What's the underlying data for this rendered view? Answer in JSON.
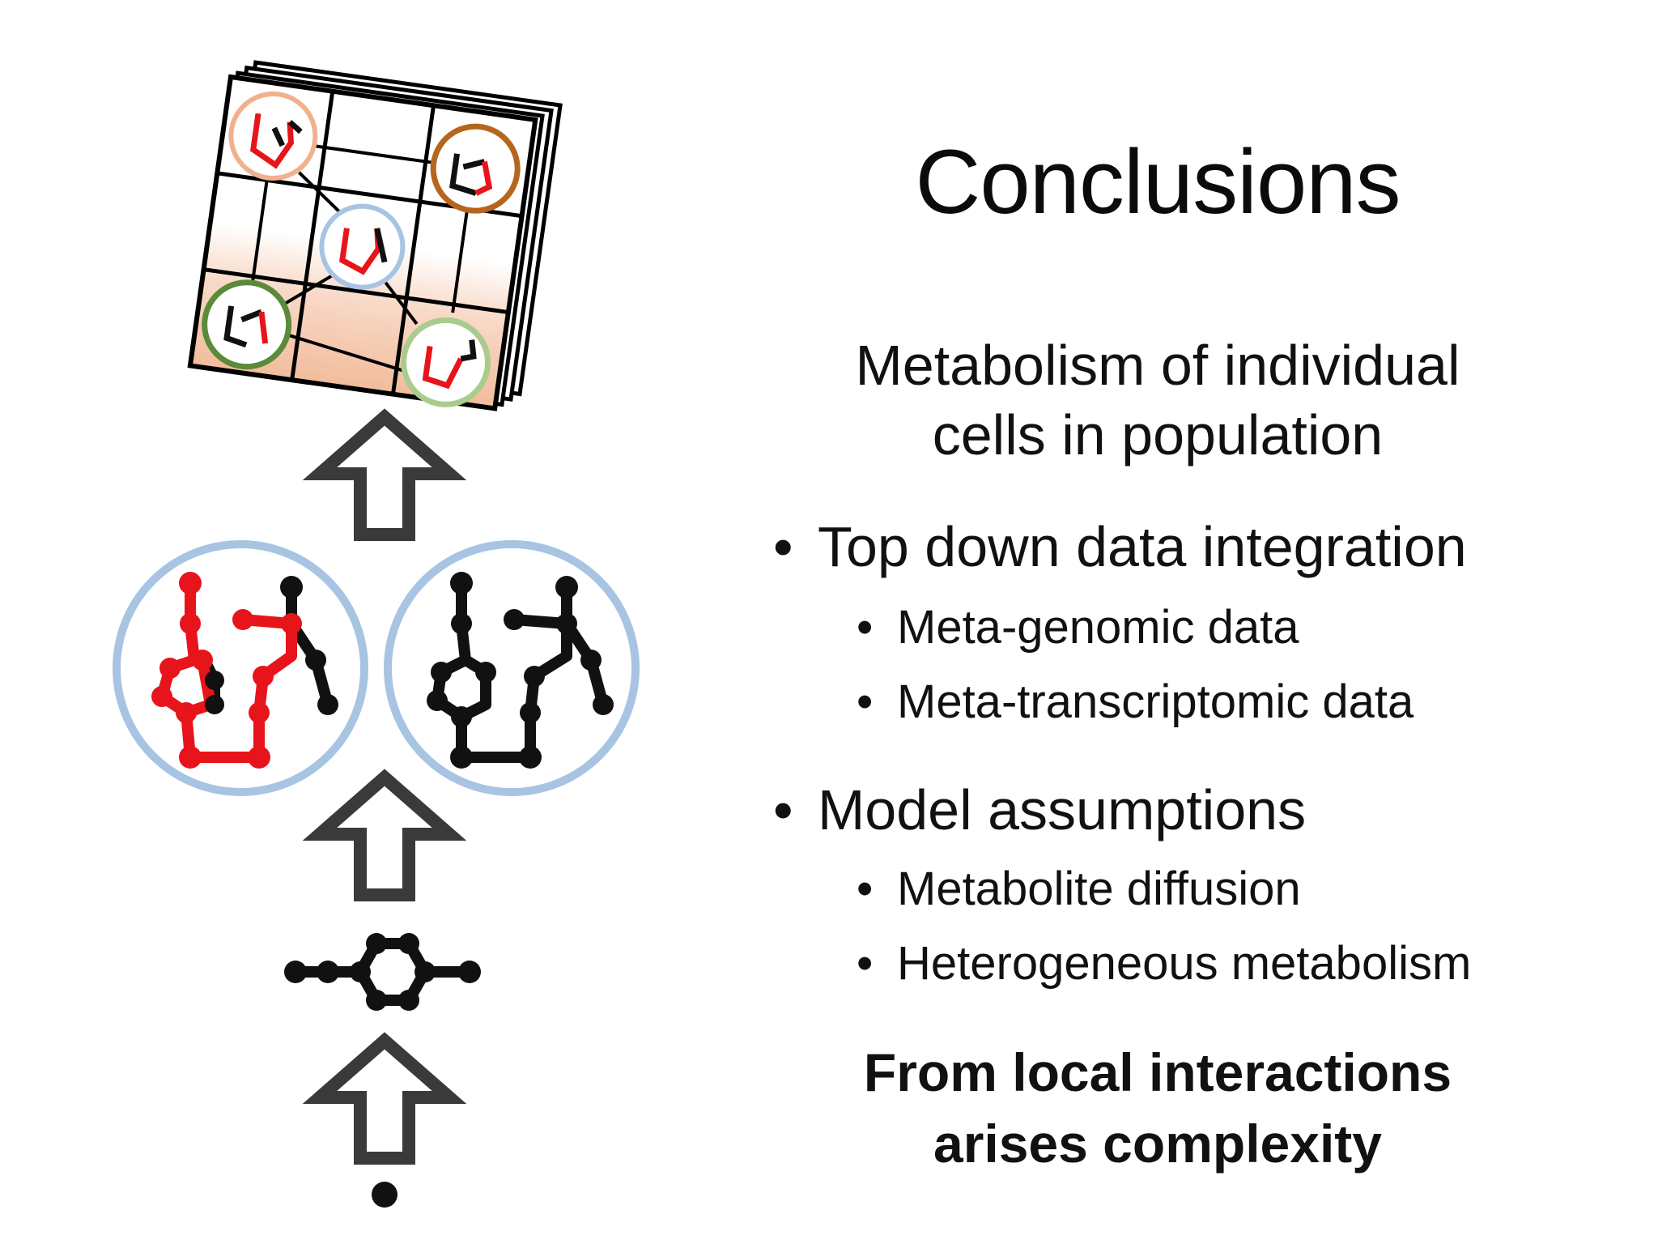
{
  "slide": {
    "title": "Conclusions",
    "subtitle_line1": "Metabolism of individual",
    "subtitle_line2": "cells in population",
    "bullets": [
      {
        "label": "Top down data integration",
        "subbullets": [
          "Meta-genomic data",
          "Meta-transcriptomic data"
        ]
      },
      {
        "label": "Model assumptions",
        "subbullets": [
          "Metabolite diffusion",
          "Heterogeneous metabolism"
        ]
      }
    ],
    "bullet_char": "•",
    "conclusion_line1": "From local interactions",
    "conclusion_line2": "arises complexity"
  },
  "colors": {
    "network_red": "#e8141b",
    "network_black": "#111111",
    "cell_ring": "#a7c4e2",
    "arrow": "#3a3a3a",
    "grid_fill": "#f4c3a5",
    "ring_orange": "#f0b18e",
    "ring_brown": "#b5651d",
    "ring_green": "#5a8a3a",
    "ring_lightgreen": "#a9cc8c"
  },
  "icons": [
    "arrow-up-outline-icon",
    "metabolic-network-icon",
    "molecule-icon",
    "grid-population-icon"
  ]
}
